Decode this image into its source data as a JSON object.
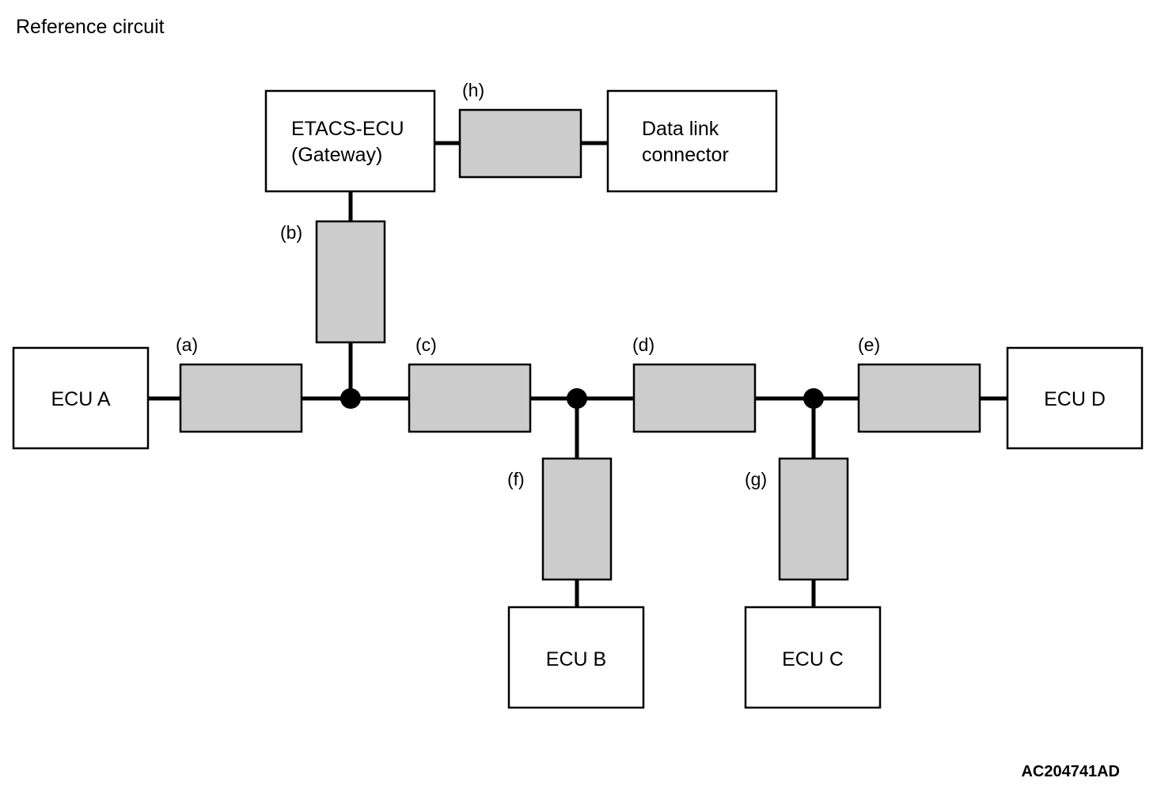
{
  "title": "Reference circuit",
  "figure_code": "AC204741AD",
  "modules": {
    "etacs": {
      "line1": "ETACS-ECU",
      "line2": "(Gateway)"
    },
    "dlc": {
      "line1": "Data link",
      "line2": "connector"
    },
    "ecu_a": {
      "label": "ECU A"
    },
    "ecu_b": {
      "label": "ECU B"
    },
    "ecu_c": {
      "label": "ECU C"
    },
    "ecu_d": {
      "label": "ECU D"
    }
  },
  "harness_labels": {
    "a": "(a)",
    "b": "(b)",
    "c": "(c)",
    "d": "(d)",
    "e": "(e)",
    "f": "(f)",
    "g": "(g)",
    "h": "(h)"
  },
  "colors": {
    "harness_fill": "#cccccc",
    "line": "#000000",
    "background": "#ffffff"
  }
}
